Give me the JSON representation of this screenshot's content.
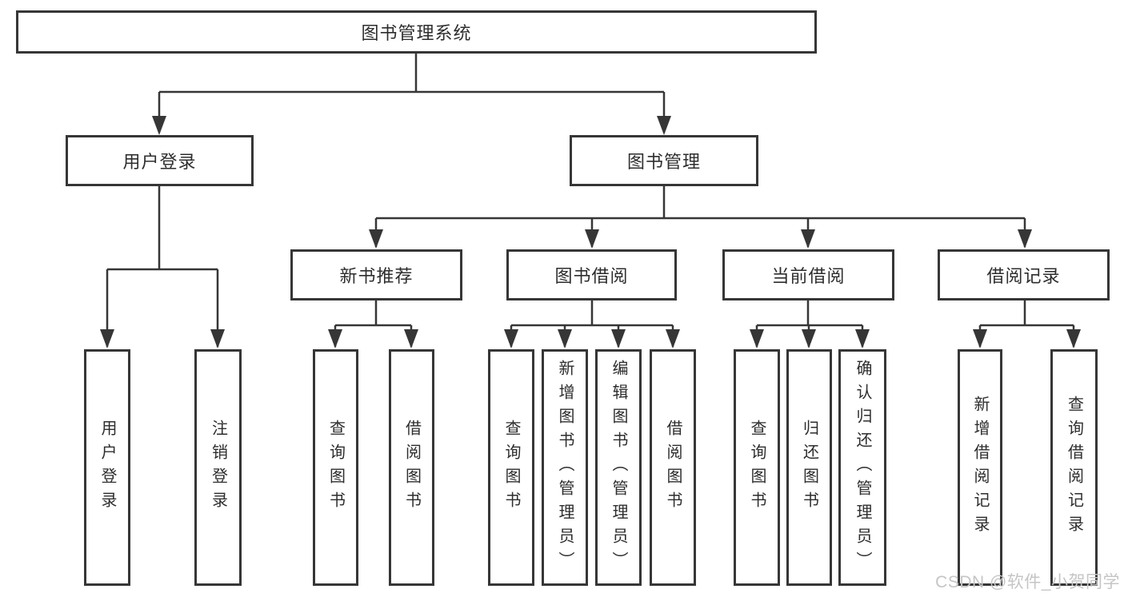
{
  "tree": {
    "root": "图书管理系统",
    "level2": [
      {
        "label": "用户登录",
        "children": [
          "用户登录",
          "注销登录"
        ]
      },
      {
        "label": "图书管理"
      }
    ],
    "level3": [
      {
        "label": "新书推荐",
        "children": [
          "查询图书",
          "借阅图书"
        ]
      },
      {
        "label": "图书借阅",
        "children": [
          "查询图书",
          "新增图书（管理员）",
          "编辑图书（管理员）",
          "借阅图书"
        ]
      },
      {
        "label": "当前借阅",
        "children": [
          "查询图书",
          "归还图书",
          "确认归还（管理员）"
        ]
      },
      {
        "label": "借阅记录",
        "children": [
          "新增借阅记录",
          "查询借阅记录"
        ]
      }
    ]
  },
  "watermark": "CSDN @软件_小贺同学",
  "colors": {
    "line": "#363636",
    "text": "#2d2d2d",
    "box_background": "#ffffff",
    "watermark": "#c5c5c5"
  }
}
